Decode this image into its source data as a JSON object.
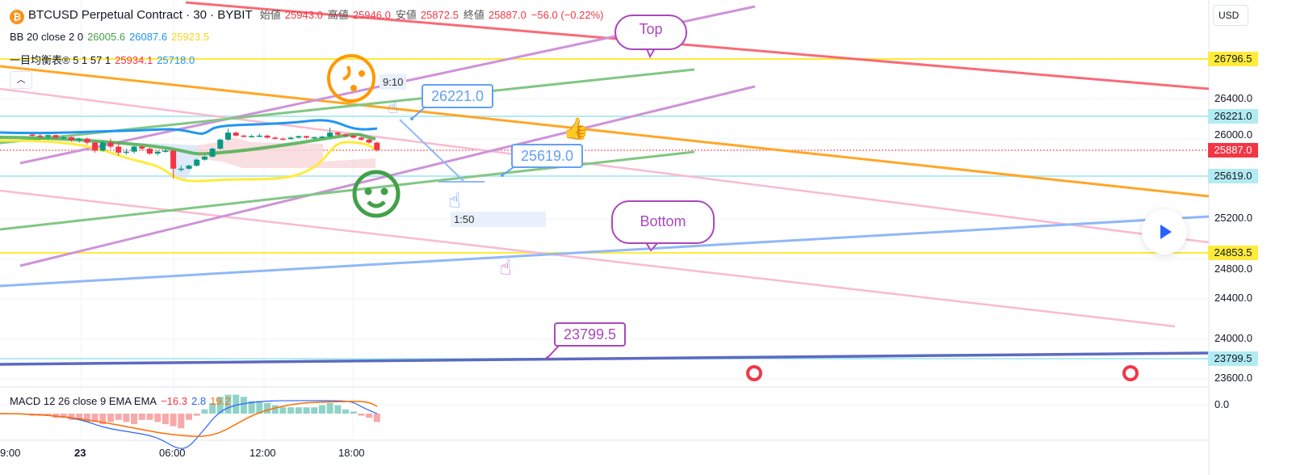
{
  "header": {
    "symbol_icon": "bitcoin-icon",
    "title": "BTCUSD Perpetual Contract · 30 · BYBIT",
    "ohlc": {
      "open_label": "始値",
      "open": "25943.0",
      "high_label": "高値",
      "high": "25946.0",
      "low_label": "安値",
      "low": "25872.5",
      "close_label": "終値",
      "close": "25887.0",
      "change": "−56.0 (−0.22%)"
    }
  },
  "indicators": {
    "bb": {
      "label": "BB 20 close 2 0",
      "basis": "26005.6",
      "upper": "26087.6",
      "lower": "25923.5"
    },
    "ichimoku": {
      "label": "一目均衡表® 5 1 57 1",
      "v1": "25934.1",
      "v2": "25718.0"
    },
    "macd": {
      "label": "MACD 12 26 close 9 EMA EMA",
      "hist": "−16.3",
      "macd": "2.8",
      "signal": "19.2"
    }
  },
  "price_axis": {
    "currency_button": "USD",
    "ticks": [
      "26400.0",
      "26000.0",
      "25200.0",
      "24800.0",
      "24400.0",
      "24000.0",
      "23600.0"
    ],
    "macd_ticks": [
      "0.0"
    ],
    "tags": [
      {
        "value": "26796.5",
        "color": "#ffeb3b"
      },
      {
        "value": "26221.0",
        "color": "#b2ebf2"
      },
      {
        "value": "25887.0",
        "color": "#f23645"
      },
      {
        "value": "25619.0",
        "color": "#b2ebf2"
      },
      {
        "value": "24853.5",
        "color": "#ffeb3b"
      },
      {
        "value": "23799.5",
        "color": "#b2ebf2"
      }
    ]
  },
  "time_axis": {
    "ticks": [
      "9:00",
      "23",
      "06:00",
      "12:00",
      "18:00"
    ]
  },
  "drawings": {
    "callout_top": "Top",
    "callout_bottom": "Bottom",
    "price_note_1": "26221.0",
    "price_note_2": "25619.0",
    "price_note_3": "23799.5",
    "date_range_start": "9:10",
    "date_range_end": "1:50"
  },
  "controls": {
    "collapse_icon": "chevron-up-icon",
    "play_icon": "play-icon"
  },
  "candles": [
    [
      26040,
      26050,
      26020,
      26030
    ],
    [
      26030,
      26045,
      26010,
      26020
    ],
    [
      26020,
      26040,
      26000,
      26035
    ],
    [
      26035,
      26040,
      26000,
      26010
    ],
    [
      26010,
      26030,
      25990,
      26015
    ],
    [
      26015,
      26020,
      25970,
      25985
    ],
    [
      25985,
      26010,
      25960,
      26000
    ],
    [
      26000,
      26010,
      25940,
      25960
    ],
    [
      25960,
      25970,
      25860,
      25880
    ],
    [
      25880,
      25980,
      25870,
      25960
    ],
    [
      25960,
      26000,
      25900,
      25920
    ],
    [
      25920,
      25960,
      25830,
      25860
    ],
    [
      25860,
      25900,
      25840,
      25870
    ],
    [
      25870,
      25930,
      25850,
      25920
    ],
    [
      25920,
      25930,
      25880,
      25900
    ],
    [
      25900,
      25910,
      25840,
      25850
    ],
    [
      25850,
      25880,
      25830,
      25870
    ],
    [
      25870,
      25890,
      25860,
      25880
    ],
    [
      25880,
      25890,
      25600,
      25700
    ],
    [
      25700,
      25730,
      25670,
      25700
    ],
    [
      25700,
      25740,
      25690,
      25730
    ],
    [
      25730,
      25800,
      25720,
      25790
    ],
    [
      25790,
      25830,
      25780,
      25820
    ],
    [
      25820,
      25910,
      25810,
      25900
    ],
    [
      25900,
      26000,
      25890,
      25990
    ],
    [
      25990,
      26100,
      25980,
      26060
    ],
    [
      26060,
      26070,
      26020,
      26030
    ],
    [
      26030,
      26040,
      26010,
      26020
    ],
    [
      26020,
      26040,
      26010,
      26025
    ],
    [
      26025,
      26050,
      26015,
      26030
    ],
    [
      26030,
      26040,
      26000,
      26010
    ],
    [
      26010,
      26020,
      25990,
      26000
    ],
    [
      26000,
      26010,
      25985,
      25995
    ],
    [
      25995,
      26020,
      25990,
      26010
    ],
    [
      26010,
      26030,
      26000,
      26025
    ],
    [
      26025,
      26030,
      26000,
      26010
    ],
    [
      26010,
      26020,
      25990,
      26015
    ],
    [
      26015,
      26030,
      26000,
      26020
    ],
    [
      26020,
      26110,
      26010,
      26060
    ],
    [
      26060,
      26070,
      26030,
      26040
    ],
    [
      26040,
      26050,
      26010,
      26030
    ],
    [
      26030,
      26040,
      26000,
      26010
    ],
    [
      26010,
      26020,
      25980,
      25990
    ],
    [
      25990,
      26000,
      25950,
      25960
    ],
    [
      25960,
      25970,
      25870,
      25887
    ]
  ],
  "colors": {
    "up": "#089981",
    "down": "#f23645",
    "accent": "#2962ff"
  }
}
